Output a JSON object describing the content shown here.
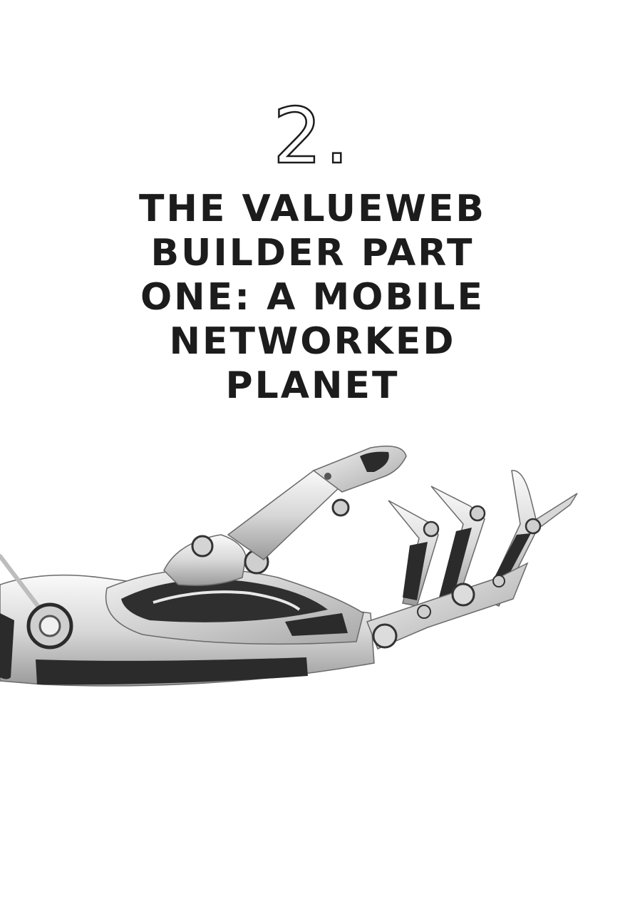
{
  "chapter": {
    "number": "2.",
    "title_lines": [
      "THE VALUEWEB",
      "BUILDER PART",
      "ONE: A MOBILE",
      "NETWORKED",
      "PLANET"
    ]
  },
  "illustration": {
    "icon": "robotic-hand-icon",
    "colors": {
      "metal": "#e4e4e4",
      "shadow": "#9a9a9a",
      "dark": "#2b2b2b"
    }
  }
}
